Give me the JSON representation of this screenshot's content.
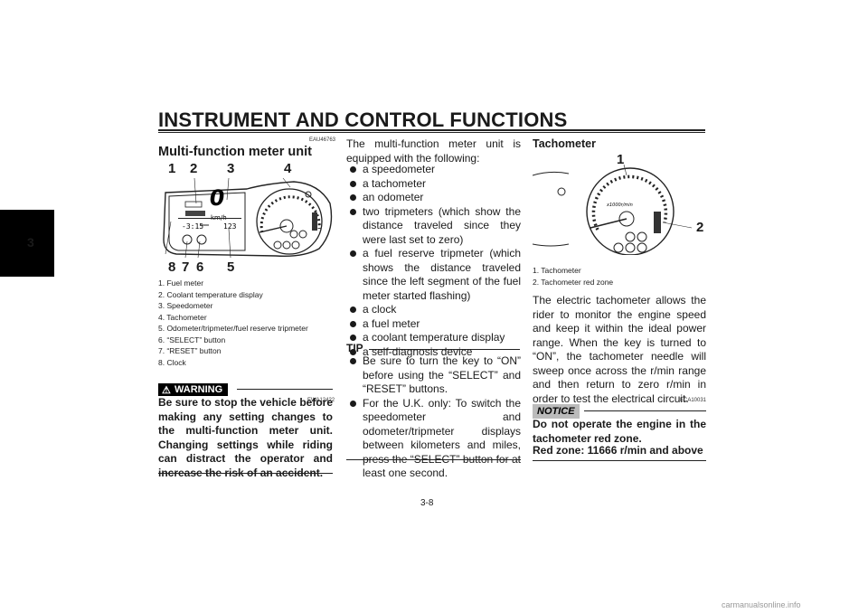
{
  "header": {
    "title": "INSTRUMENT AND CONTROL FUNCTIONS"
  },
  "chapter": {
    "number": "3"
  },
  "left": {
    "code": "EAU46763",
    "title": "Multi-function meter unit",
    "callouts_top": [
      "1",
      "2",
      "3",
      "4"
    ],
    "callouts_bottom": [
      "8",
      "7",
      "6",
      "5"
    ],
    "captions": [
      "1. Fuel meter",
      "2. Coolant temperature display",
      "3. Speedometer",
      "4. Tachometer",
      "5. Odometer/tripmeter/fuel reserve tripmeter",
      "6. “SELECT” button",
      "7. “RESET” button",
      "8. Clock"
    ],
    "warning_code": "EWA12422",
    "warning_label": "WARNING",
    "warning_text": "Be sure to stop the vehicle before making any setting changes to the multi-function meter unit. Changing settings while riding can distract the operator and increase the risk of an accident."
  },
  "middle": {
    "intro": "The multi-function meter unit is equipped with the following:",
    "features": [
      "a speedometer",
      "a tachometer",
      "an odometer",
      "two tripmeters (which show the distance traveled since they were last set to zero)",
      "a fuel reserve tripmeter (which shows the distance traveled since the left segment of the fuel meter started flashing)",
      "a clock",
      "a fuel meter",
      "a coolant temperature display",
      "a self-diagnosis device"
    ],
    "tip_label": "TIP",
    "tips": [
      "Be sure to turn the key to “ON” before using the “SELECT” and “RESET” buttons.",
      "For the U.K. only: To switch the speedometer and odometer/tripmeter displays between kilometers and miles, press the “SELECT” button for at least one second."
    ]
  },
  "right": {
    "title": "Tachometer",
    "callouts": [
      "1",
      "2"
    ],
    "captions": [
      "1. Tachometer",
      "2. Tachometer red zone"
    ],
    "body": "The electric tachometer allows the rider to monitor the engine speed and keep it within the ideal power range. When the key is turned to “ON”, the tachometer needle will sweep once across the r/min range and then return to zero r/min in order to test the electrical circuit.",
    "notice_code": "ECA10031",
    "notice_label": "NOTICE",
    "notice_text_1": "Do not operate the engine in the tachometer red zone.",
    "notice_text_2": "Red zone: 11666 r/min and above"
  },
  "footer": {
    "page": "3-8",
    "watermark": "carmanualsonline.info"
  }
}
